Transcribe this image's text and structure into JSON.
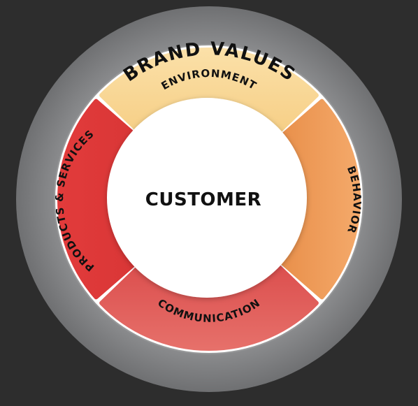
{
  "diagram": {
    "outer_label": "BRAND VALUES",
    "center_label": "CUSTOMER",
    "segments": [
      {
        "id": "environment",
        "label": "ENVIRONMENT"
      },
      {
        "id": "behavior",
        "label": "BEHAVIOR"
      },
      {
        "id": "communication",
        "label": "COMMUNICATION"
      },
      {
        "id": "products",
        "label": "PRODUCTS & SERVICES"
      }
    ]
  },
  "colors": {
    "background": "#2d2d2d",
    "outer_ring": "#7b7c7d",
    "outer_ring_light": "#8d8e90",
    "inner_track": "#ffffff",
    "environment": "#f9d89b",
    "behavior": "#ee9a57",
    "communication": "#e25a58",
    "products": "#e13c3c",
    "center": "#ffffff",
    "text": "#111111"
  }
}
